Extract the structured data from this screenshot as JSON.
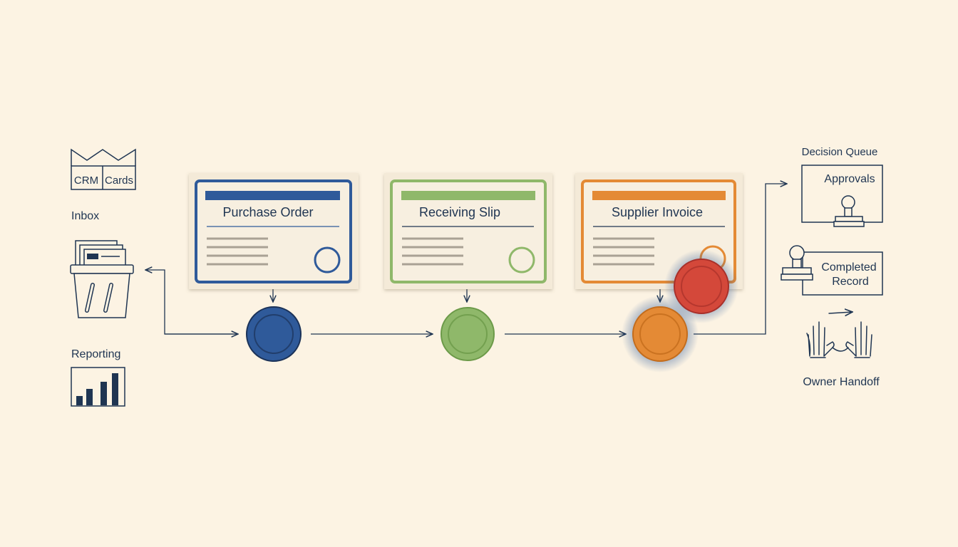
{
  "left_panel": {
    "crm_left": "CRM",
    "crm_right": "Cards",
    "inbox": "Inbox",
    "reporting": "Reporting"
  },
  "documents": [
    {
      "title": "Purchase Order",
      "color": "#2f5a9a"
    },
    {
      "title": "Receiving Slip",
      "color": "#8fb86a"
    },
    {
      "title": "Supplier Invoice",
      "color": "#e48a35"
    }
  ],
  "right_panel": {
    "decision_queue": "Decision Queue",
    "approvals": "Approvals",
    "completed_line1": "Completed",
    "completed_line2": "Record",
    "owner_handoff": "Owner Handoff"
  },
  "colors": {
    "background": "#fcf3e3",
    "line": "#1f3552",
    "blue": "#2f5a9a",
    "green": "#8fb86a",
    "orange": "#e48a35",
    "red": "#d4483a"
  }
}
